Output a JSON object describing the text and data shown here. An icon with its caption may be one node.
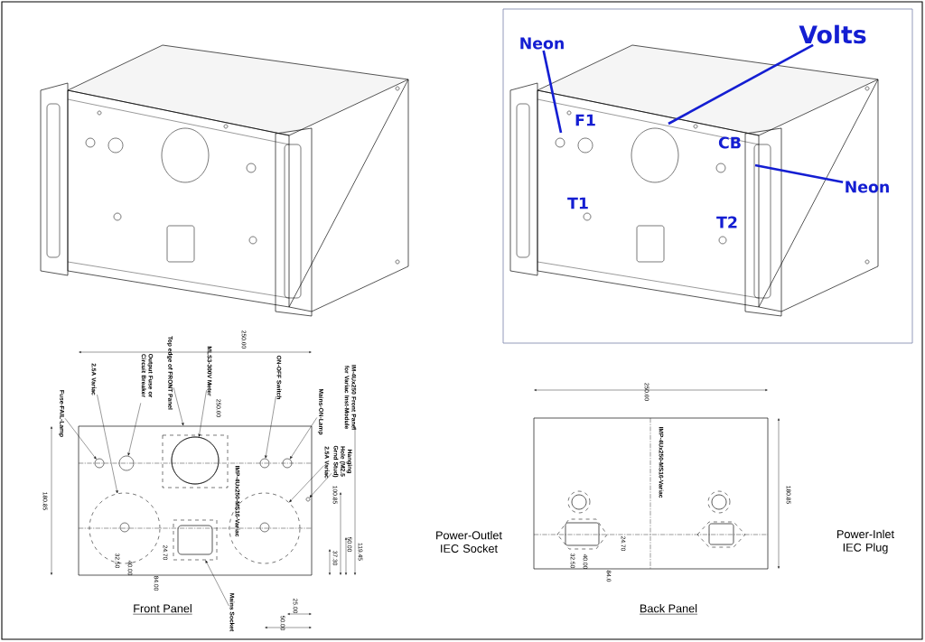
{
  "diagram": {
    "nodes": [
      {
        "text": [
          "Neon"
        ]
      },
      {
        "text": [
          "Volts"
        ]
      },
      {
        "text": [
          "Neon"
        ]
      },
      {
        "text": [
          "Fuse-FAIL-Lamp"
        ]
      },
      {
        "text": [
          "2.5A Variac"
        ]
      },
      {
        "text": [
          "Output Fuse or Circuit Breaker"
        ]
      },
      {
        "text": [
          "Top edge of FRONT Panel"
        ]
      },
      {
        "text": [
          "MLS3-300V Meter"
        ]
      },
      {
        "text": [
          "ON-OFF Switch"
        ]
      },
      {
        "text": [
          "Mains-ON-Lamp"
        ]
      },
      {
        "text": [
          "Hanging Hole (M2.5 Grnd Stud)"
        ]
      },
      {
        "text": [
          "2.5A Variac"
        ]
      },
      {
        "text": [
          "Mains Socket"
        ]
      },
      {
        "text": [],
        "shape": "box"
      },
      {
        "text": [],
        "shape": "circle",
        "in": 13
      },
      {
        "text": [],
        "shape": "circle",
        "in": 13
      },
      {
        "text": [],
        "shape": "circle",
        "in": 13
      },
      {
        "text": [],
        "shape": "circle",
        "in": 13
      },
      {
        "text": [],
        "shape": "circle",
        "in": 13
      },
      {
        "text": [],
        "shape": "circle",
        "in": 13
      },
      {
        "text": [],
        "shape": "circle",
        "in": 13
      },
      {
        "text": [],
        "shape": "box",
        "in": 13
      },
      {
        "text": [],
        "shape": "circle",
        "in": 13
      }
    ],
    "edges": [
      {
        "from": 0,
        "to": null,
        "arrow": "none",
        "style": "thick",
        "color": "#141ed2"
      },
      {
        "from": 1,
        "to": null,
        "arrow": "none",
        "style": "thick",
        "color": "#141ed2"
      },
      {
        "from": 2,
        "to": null,
        "arrow": "none",
        "style": "thick",
        "color": "#141ed2"
      },
      {
        "from": 3,
        "to": 14,
        "arrow": "to"
      },
      {
        "from": 4,
        "to": 20,
        "arrow": "to"
      },
      {
        "from": 5,
        "to": 15,
        "arrow": "to"
      },
      {
        "from": 6,
        "to": 13,
        "arrow": "to"
      },
      {
        "from": 7,
        "to": 16,
        "arrow": "to"
      },
      {
        "from": 8,
        "to": 17,
        "arrow": "to"
      },
      {
        "from": 9,
        "to": 18,
        "arrow": "to"
      },
      {
        "from": 10,
        "to": 19,
        "arrow": "to"
      },
      {
        "from": 11,
        "to": 22,
        "arrow": "to"
      },
      {
        "from": 12,
        "to": 21,
        "arrow": "to"
      }
    ],
    "labels": [
      "F1",
      "CB",
      "T1",
      "T2",
      "IM-4Ux250 Front Panel for Variac Inst-Module",
      "250.00",
      "250.00",
      "180.85",
      "100.85",
      "24.70",
      "37.30",
      "50.00",
      "119.45",
      "32.50",
      "40.00",
      "84.00",
      "25.00",
      "50.00",
      "IMP-4Ux250-MS16-Variac",
      "Front Panel",
      "Power-Outlet IEC Socket",
      "250.00",
      "IMP-4Ux250-MS16-Variac",
      "180.85",
      "24.70",
      "32.50",
      "40.00",
      "84.0",
      "Back Panel",
      "Power-Inlet IEC Plug"
    ]
  }
}
